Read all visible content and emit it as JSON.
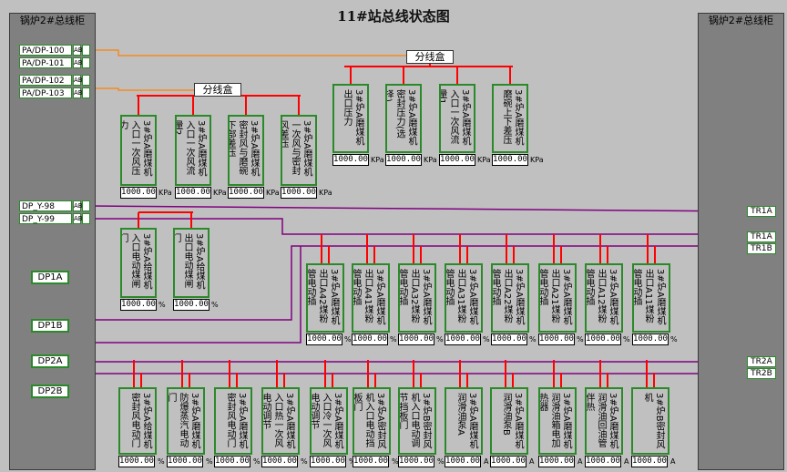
{
  "title": "11#站总线状态图",
  "left_cabinet": {
    "title": "锅炉2#总线柜"
  },
  "right_cabinet": {
    "title": "锅炉2#总线柜"
  },
  "ports": [
    {
      "label": "PA/DP-100",
      "ab": "AB"
    },
    {
      "label": "PA/DP-101",
      "ab": "AB"
    },
    {
      "label": "PA/DP-102",
      "ab": "AB"
    },
    {
      "label": "PA/DP-103",
      "ab": "AB"
    },
    {
      "label": "DP_Y-98",
      "ab": "AB"
    },
    {
      "label": "DP_Y-99",
      "ab": "AB"
    }
  ],
  "dp_ports": [
    "DP1A",
    "DP1B",
    "DP2A",
    "DP2B"
  ],
  "trunks": [
    "TR1A",
    "TR1A",
    "TR1B",
    "TR2A",
    "TR2B"
  ],
  "hubs": [
    "分线盒",
    "分线盒"
  ],
  "colors": {
    "line_red": "#ff0000",
    "line_orange": "#ff8000",
    "line_purple": "#800080",
    "border_green": "#2a8a2a",
    "bg": "#c0c0c0"
  },
  "groups": {
    "g1": [
      {
        "label": "3#炉A磨煤机入口一次风压力",
        "value": "1000.00",
        "unit": "KPa"
      },
      {
        "label": "3#炉A磨煤机入口一次风流量2",
        "value": "1000.00",
        "unit": "KPa"
      },
      {
        "label": "3#炉A磨煤机密封风与磨碗下部差压",
        "value": "1000.00",
        "unit": "KPa"
      },
      {
        "label": "3#炉A磨煤机一次风与密封风差压",
        "value": "1000.00",
        "unit": "KPa"
      }
    ],
    "g2": [
      {
        "label": "3#炉A磨煤机出口压力",
        "value": "1000.00",
        "unit": "KPa"
      },
      {
        "label": "3#炉A磨煤机密封压力(选择)",
        "value": "1000.00",
        "unit": "KPa"
      },
      {
        "label": "3#炉A磨煤机入口一次风流量1",
        "value": "1000.00",
        "unit": "KPa"
      },
      {
        "label": "3#炉A磨煤机磨碗上下差压",
        "value": "1000.00",
        "unit": "KPa"
      }
    ],
    "g3": [
      {
        "label": "3#炉A给煤机入口电动煤闸门",
        "value": "1000.00",
        "unit": "%"
      },
      {
        "label": "3#炉A给煤机出口电动煤闸门",
        "value": "1000.00",
        "unit": "%"
      }
    ],
    "g4": [
      {
        "label": "3#炉A磨煤机出口A42煤粉管电动插",
        "value": "1000.00",
        "unit": "%"
      },
      {
        "label": "3#炉A磨煤机出口A41煤粉管电动插",
        "value": "1000.00",
        "unit": "%"
      },
      {
        "label": "3#炉A磨煤机出口A32煤粉管电动插",
        "value": "1000.00",
        "unit": "%"
      },
      {
        "label": "3#炉A磨煤机出口A31煤粉管电动插",
        "value": "1000.00",
        "unit": "%"
      },
      {
        "label": "3#炉A磨煤机出口A22煤粉管电动插",
        "value": "1000.00",
        "unit": "%"
      },
      {
        "label": "3#炉A磨煤机出口A21煤粉管电动插",
        "value": "1000.00",
        "unit": "%"
      },
      {
        "label": "3#炉A磨煤机出口A12煤粉管电动插",
        "value": "1000.00",
        "unit": "%"
      },
      {
        "label": "3#炉A磨煤机出口A11煤粉管电动插",
        "value": "1000.00",
        "unit": "%"
      }
    ],
    "g5": [
      {
        "label": "3#炉A给煤机密封风电动门",
        "value": "1000.00",
        "unit": "%"
      },
      {
        "label": "3#炉A磨煤机防爆蒸汽电动门",
        "value": "1000.00",
        "unit": "%"
      },
      {
        "label": "3#炉A磨煤机密封风电动门",
        "value": "1000.00",
        "unit": "%"
      },
      {
        "label": "3#炉A磨煤机入口热一次风电动调节",
        "value": "1000.00",
        "unit": "%"
      },
      {
        "label": "3#炉A磨煤机入口冷一次风电动调节",
        "value": "1000.00",
        "unit": "%"
      },
      {
        "label": "3#炉A密封风机入口电动挡板门",
        "value": "1000.00",
        "unit": "%"
      },
      {
        "label": "3#炉B密封风机入口电动调节挡板门",
        "value": "1000.00",
        "unit": "%"
      },
      {
        "label": "3#炉A磨煤机润滑油泵A",
        "value": "1000.00",
        "unit": "A"
      },
      {
        "label": "3#炉A磨煤机润滑油泵B",
        "value": "1000.00",
        "unit": "A"
      },
      {
        "label": "3#炉A磨煤机润滑油箱电加热器",
        "value": "1000.00",
        "unit": "A"
      },
      {
        "label": "3#炉A磨煤机润滑油回油管伴热",
        "value": "1000.00",
        "unit": "A"
      },
      {
        "label": "3#炉B密封风机",
        "value": "1000.00",
        "unit": "A"
      }
    ]
  }
}
